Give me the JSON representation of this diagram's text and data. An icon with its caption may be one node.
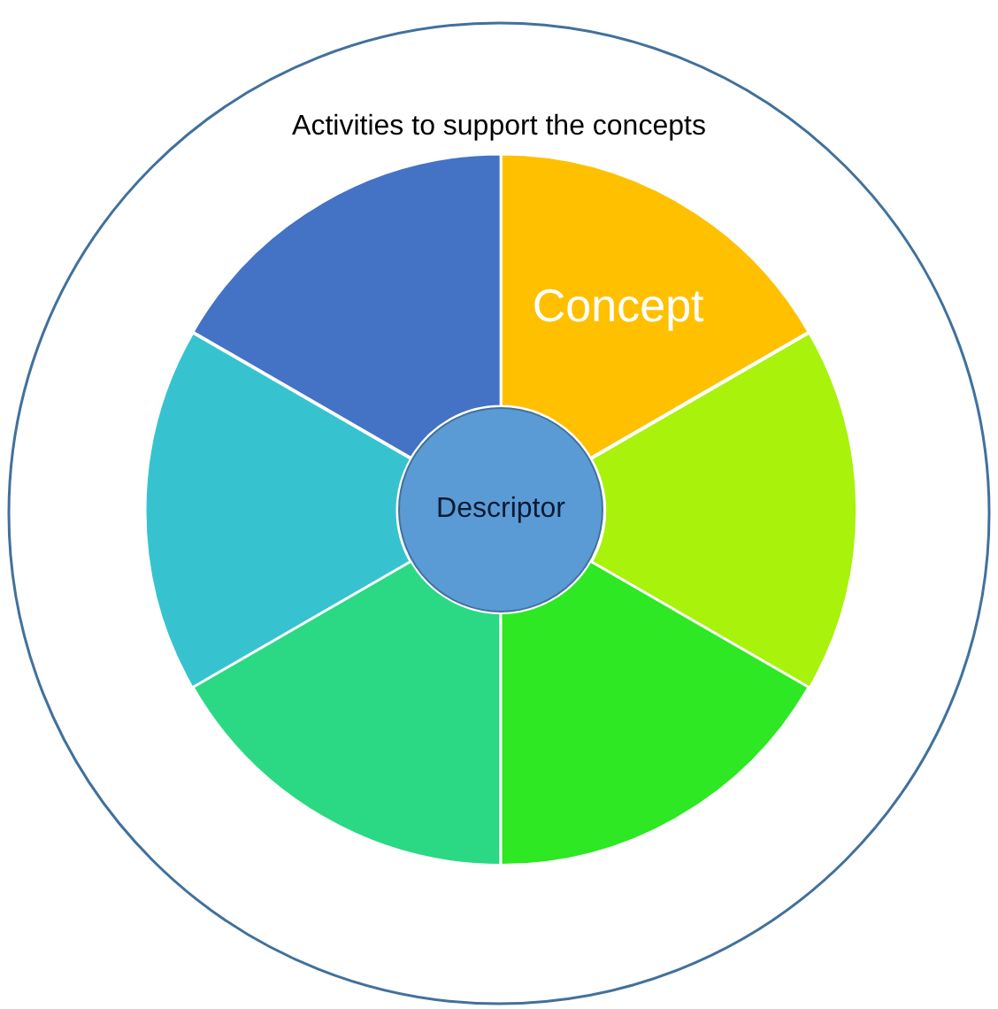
{
  "diagram": {
    "nodes": [
      {
        "text": [
          "Activities to support the concepts"
        ]
      },
      {
        "text": [
          "Concept"
        ],
        "in": 0
      },
      {
        "text": [],
        "shape": "wedge",
        "in": 0
      },
      {
        "text": [],
        "shape": "wedge",
        "in": 0
      },
      {
        "text": [],
        "shape": "wedge",
        "in": 0
      },
      {
        "text": [],
        "shape": "wedge",
        "in": 0
      },
      {
        "text": [],
        "shape": "wedge",
        "in": 0
      },
      {
        "text": [
          "Descriptor"
        ],
        "in": 0
      }
    ]
  }
}
